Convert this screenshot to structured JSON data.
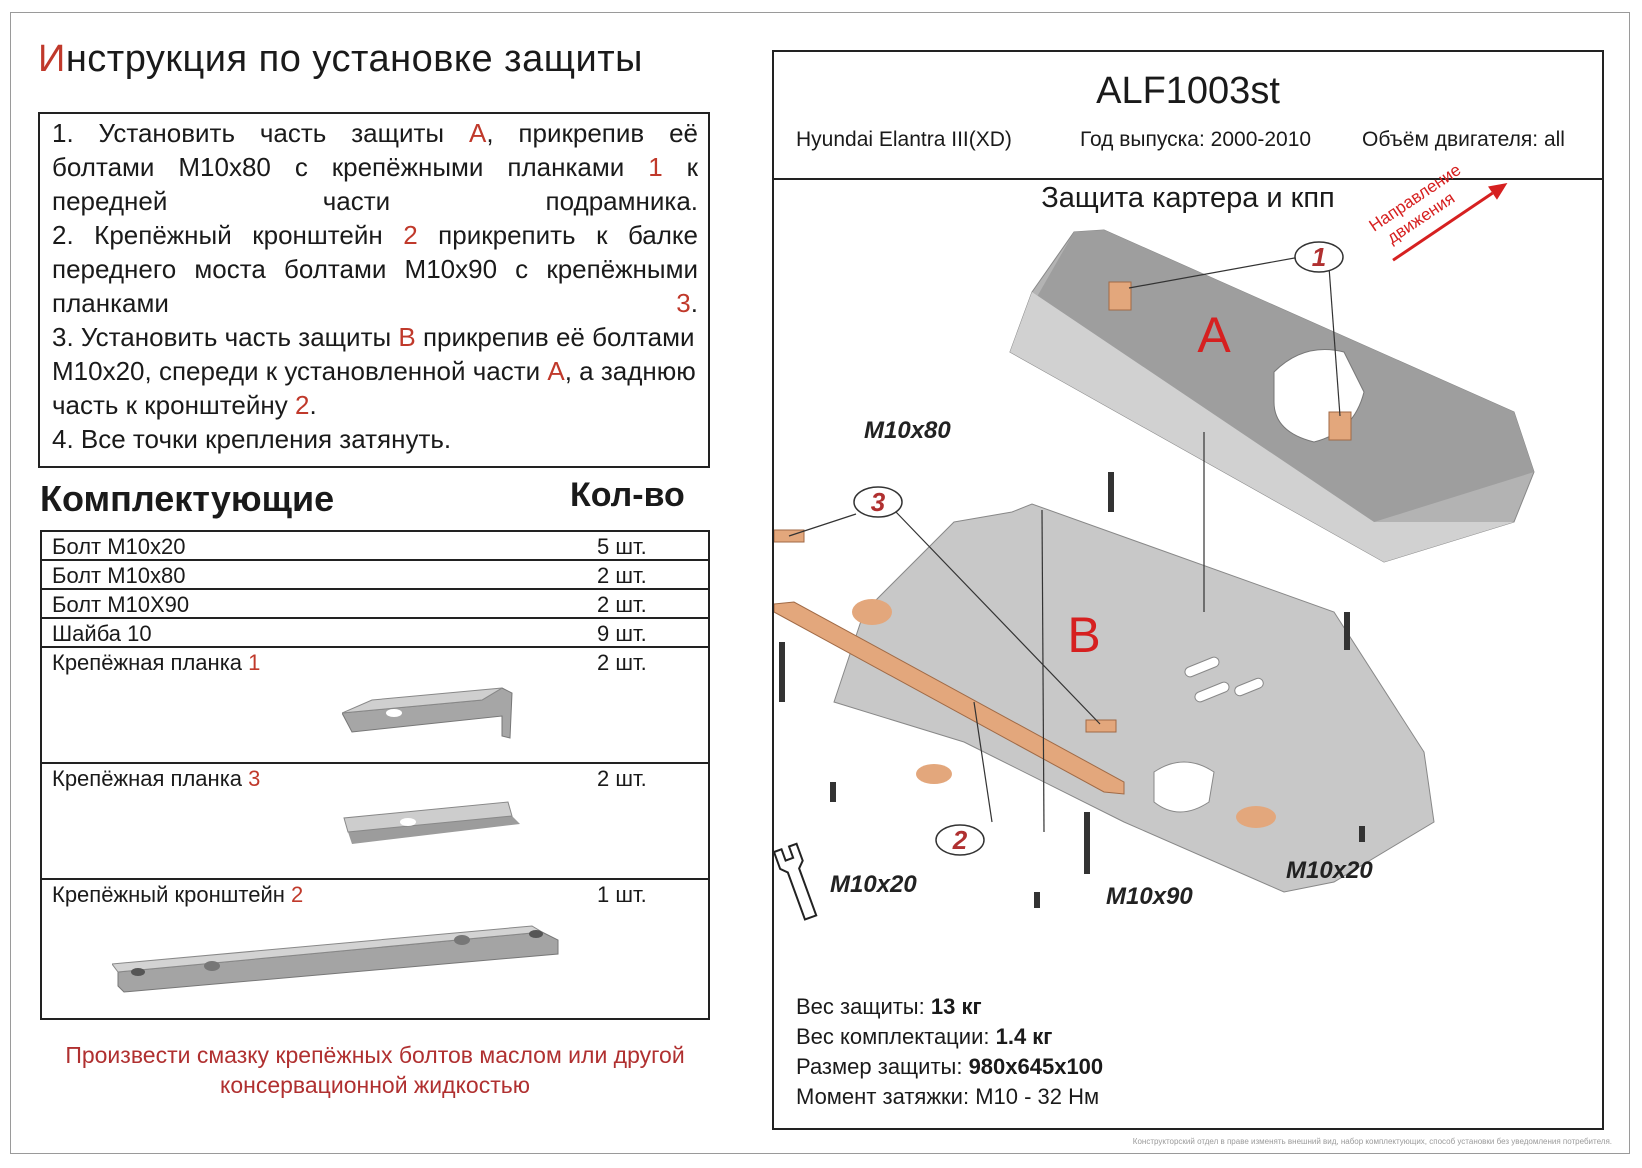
{
  "instructions": {
    "title_first_letter": "И",
    "title_rest": "нструкция по установке защиты",
    "steps": [
      [
        "1.  Установить часть защиты ",
        "A",
        ", прикрепив её болтами М10х80 с крепёжными планками ",
        "1",
        " к передней части подрамника."
      ],
      [
        "2.  Крепёжный     кронштейн ",
        "2",
        " прикрепить к балке переднего моста  болтами М10х90 с крепёжными планками ",
        "3",
        "."
      ],
      [
        "3.  Установить часть защиты ",
        "B",
        " прикрепив её болтами М10х20, спереди к установленной части ",
        "A",
        ", а заднюю часть к кронштейну ",
        "2",
        "."
      ],
      [
        "4.  Все точки крепления затянуть."
      ]
    ]
  },
  "parts": {
    "heading": "Комплектующие",
    "qty_heading": "Кол-во",
    "rows": [
      {
        "name": "Болт М10х20",
        "qty": "5 шт."
      },
      {
        "name": "Болт М10х80",
        "qty": "2 шт."
      },
      {
        "name": "Болт М10Х90",
        "qty": "2 шт."
      },
      {
        "name": "Шайба 10",
        "qty": "9 шт."
      },
      {
        "name": "Крепёжная планка ",
        "num": "1",
        "qty": "2 шт."
      },
      {
        "name": "Крепёжная планка ",
        "num": "3",
        "qty": "2 шт."
      },
      {
        "name": "Крепёжный кронштейн ",
        "num": "2",
        "qty": "1 шт."
      }
    ]
  },
  "note": "Произвести смазку крепёжных болтов маслом или другой консервационной жидкостью",
  "product": {
    "code": "ALF1003st",
    "model": "Hyundai Elantra III(XD)",
    "years": "Год выпуска: 2000-2010",
    "engine": "Объём двигателя: all",
    "subtitle": "Защита картера и кпп"
  },
  "diagram": {
    "label_a": "A",
    "label_b": "B",
    "callouts": [
      "1",
      "2",
      "3"
    ],
    "bolts": [
      "M10x80",
      "M10x20",
      "M10x90",
      "M10x20"
    ],
    "direction": [
      "Направление",
      "движения"
    ]
  },
  "specs": [
    {
      "label": "Вес защиты: ",
      "value": "13 кг"
    },
    {
      "label": "Вес комплектации: ",
      "value": "1.4 кг"
    },
    {
      "label": "Размер защиты: ",
      "value": "980х645х100"
    },
    {
      "label": "Момент затяжки:  ",
      "value": "М10 - 32 Нм"
    }
  ],
  "footer": "Конструкторский отдел в праве изменять внешний вид, набор комплектующих, способ установки без уведомления потребителя.",
  "colors": {
    "accent_red": "#c0392b",
    "plate": "#c9c9c9",
    "bracket": "#e3a77c"
  }
}
